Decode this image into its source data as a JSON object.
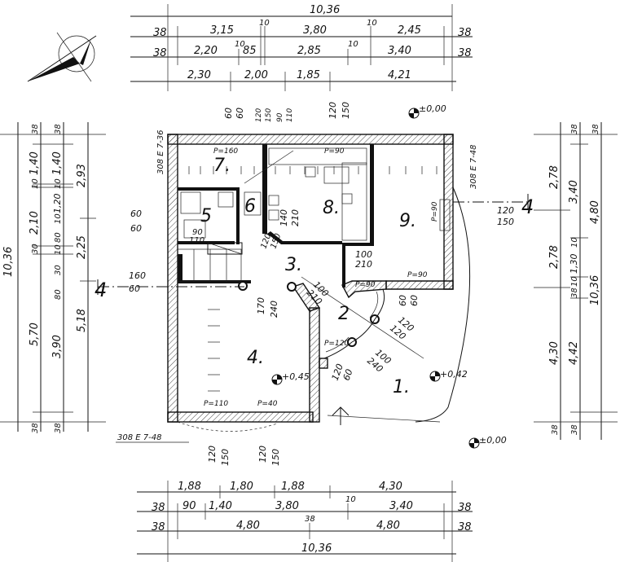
{
  "top_dims": {
    "row1": [
      "10,36"
    ],
    "row2": [
      "38",
      "3,15",
      "10",
      "3,80",
      "10",
      "2,45",
      "38"
    ],
    "row3": [
      "38",
      "2,20",
      "10",
      "85",
      "2,85",
      "10",
      "3,40",
      "38"
    ],
    "row4": [
      "2,30",
      "2,00",
      "1,85",
      "4,21"
    ]
  },
  "bottom_dims": {
    "row1": [
      "1,88",
      "1,80",
      "1,88",
      "4,30"
    ],
    "row2": [
      "38",
      "90",
      "1,40",
      "3,80",
      "10",
      "3,40",
      "38"
    ],
    "row3": [
      "38",
      "4,80",
      "38",
      "4,80",
      "38"
    ],
    "row4": [
      "10,36"
    ]
  },
  "left_dims": {
    "overall": "10,36",
    "col_a": [
      "38",
      "1,40",
      "10",
      "2,10",
      "30",
      "5,70",
      "38"
    ],
    "col_b": [
      "38",
      "1,40",
      "10",
      "1,20",
      "10",
      "80",
      "10",
      "30",
      "80",
      "3,90",
      "38"
    ],
    "col_c": [
      "2,93",
      "2,25",
      "5,18"
    ]
  },
  "right_dims": {
    "col_a": [
      "2,78",
      "2,78",
      "4,30",
      "38"
    ],
    "col_b": [
      "38",
      "3,40",
      "10",
      "1,30",
      "10",
      "38",
      "4,42",
      "38"
    ],
    "col_c": [
      "38",
      "4,80",
      "10,36"
    ]
  },
  "rooms": [
    "1.",
    "2",
    "3.",
    "4.",
    "5",
    "6",
    "7.",
    "8.",
    "9."
  ],
  "section_marks": [
    "4",
    "4"
  ],
  "section_refs": [
    "308 E 7-36",
    "308 E 7-48",
    "308 E 7-48"
  ],
  "levels": [
    "±0,00",
    "+0,45",
    "+0,42",
    "±0,00"
  ],
  "opening_labels": [
    "60",
    "60",
    "120",
    "150",
    "90",
    "110",
    "120",
    "150",
    "60",
    "60",
    "160",
    "60",
    "120",
    "150",
    "170",
    "240",
    "100",
    "210",
    "100",
    "210",
    "140",
    "210",
    "120",
    "150",
    "60",
    "60",
    "100",
    "240",
    "120",
    "120",
    "60",
    "120",
    "120",
    "150",
    "120",
    "150",
    "90",
    "110",
    "P=90",
    "P=160",
    "P=90",
    "P=90",
    "P=40",
    "P=110",
    "P=120",
    "P=90"
  ]
}
